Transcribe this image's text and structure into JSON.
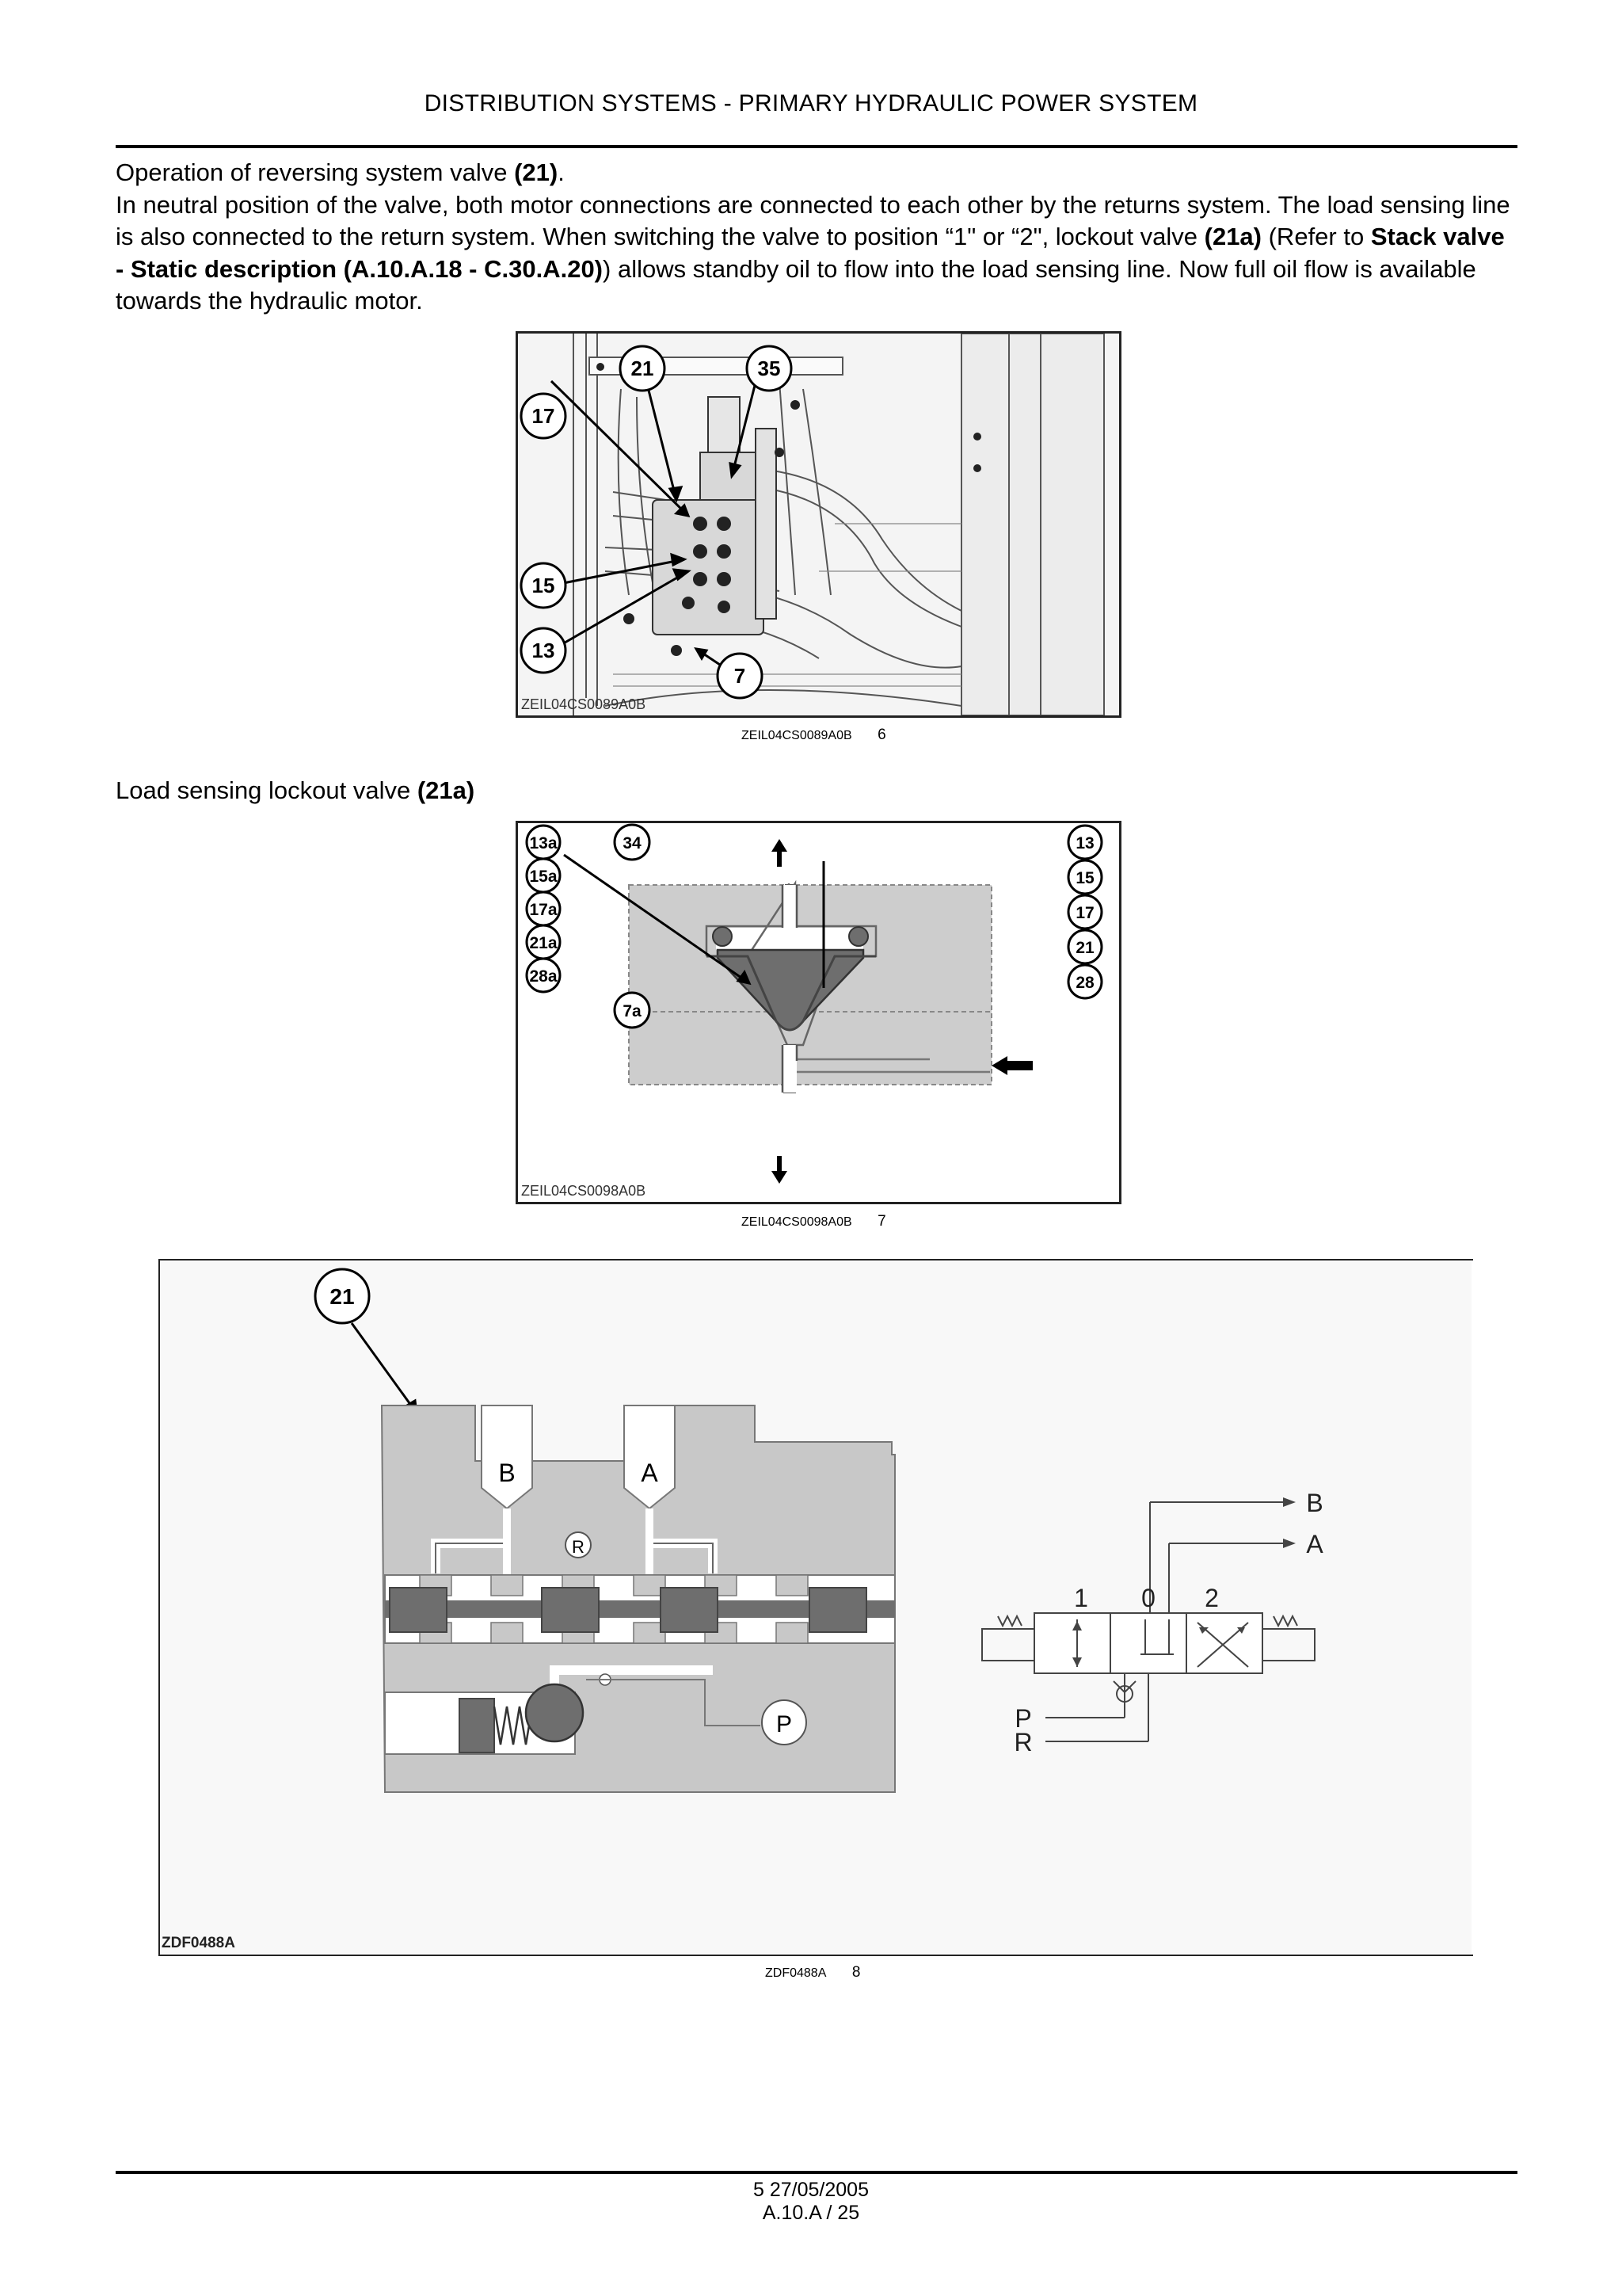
{
  "header": {
    "title": "DISTRIBUTION SYSTEMS - PRIMARY HYDRAULIC POWER SYSTEM"
  },
  "intro": {
    "line1_prefix": "Operation of reversing system valve ",
    "line1_bold": "(21)",
    "line1_suffix": ".",
    "para_part1": "In neutral position of the valve, both motor connections are connected to each other by the returns system.  The load sensing line is also connected to the return system.  When switching the valve to position “1\" or “2\", lockout valve ",
    "para_bold1": "(21a)",
    "para_part2": " (Refer to ",
    "para_bold2": "Stack valve - Static description (A.10.A.18 - C.30.A.20)",
    "para_part3": ") allows standby oil to flow into the load sensing line.  Now full oil flow is available towards the hydraulic motor."
  },
  "figure6": {
    "code_in_frame": "ZEIL04CS0089A0B",
    "caption_code": "ZEIL04CS0089A0B",
    "caption_num": "6",
    "callouts": [
      "21",
      "35",
      "17",
      "15",
      "13",
      "7"
    ]
  },
  "section2": {
    "heading_prefix": "Load sensing lockout valve ",
    "heading_bold": "(21a)"
  },
  "figure7": {
    "code_in_frame": "ZEIL04CS0098A0B",
    "caption_code": "ZEIL04CS0098A0B",
    "caption_num": "7",
    "left_callouts": [
      "13a",
      "15a",
      "17a",
      "21a",
      "28a"
    ],
    "right_callouts": [
      "13",
      "15",
      "17",
      "21",
      "28"
    ],
    "top_callout": "34",
    "bottom_callout": "7a"
  },
  "figure8": {
    "code_in_frame": "ZDF0488A",
    "caption_code": "ZDF0488A",
    "caption_num": "8",
    "callout": "21",
    "port_b": "B",
    "port_a": "A",
    "port_r": "R",
    "port_p": "P",
    "symbol_pos1": "1",
    "symbol_pos0": "0",
    "symbol_pos2": "2",
    "symbol_b": "B",
    "symbol_a": "A",
    "symbol_p": "P",
    "symbol_r": "R"
  },
  "footer": {
    "line1": "5 27/05/2005",
    "line2": "A.10.A / 25"
  },
  "colors": {
    "body_gray": "#c8c8c8",
    "dark_gray": "#7a7a7a",
    "spool_gray": "#6e6e6e"
  }
}
